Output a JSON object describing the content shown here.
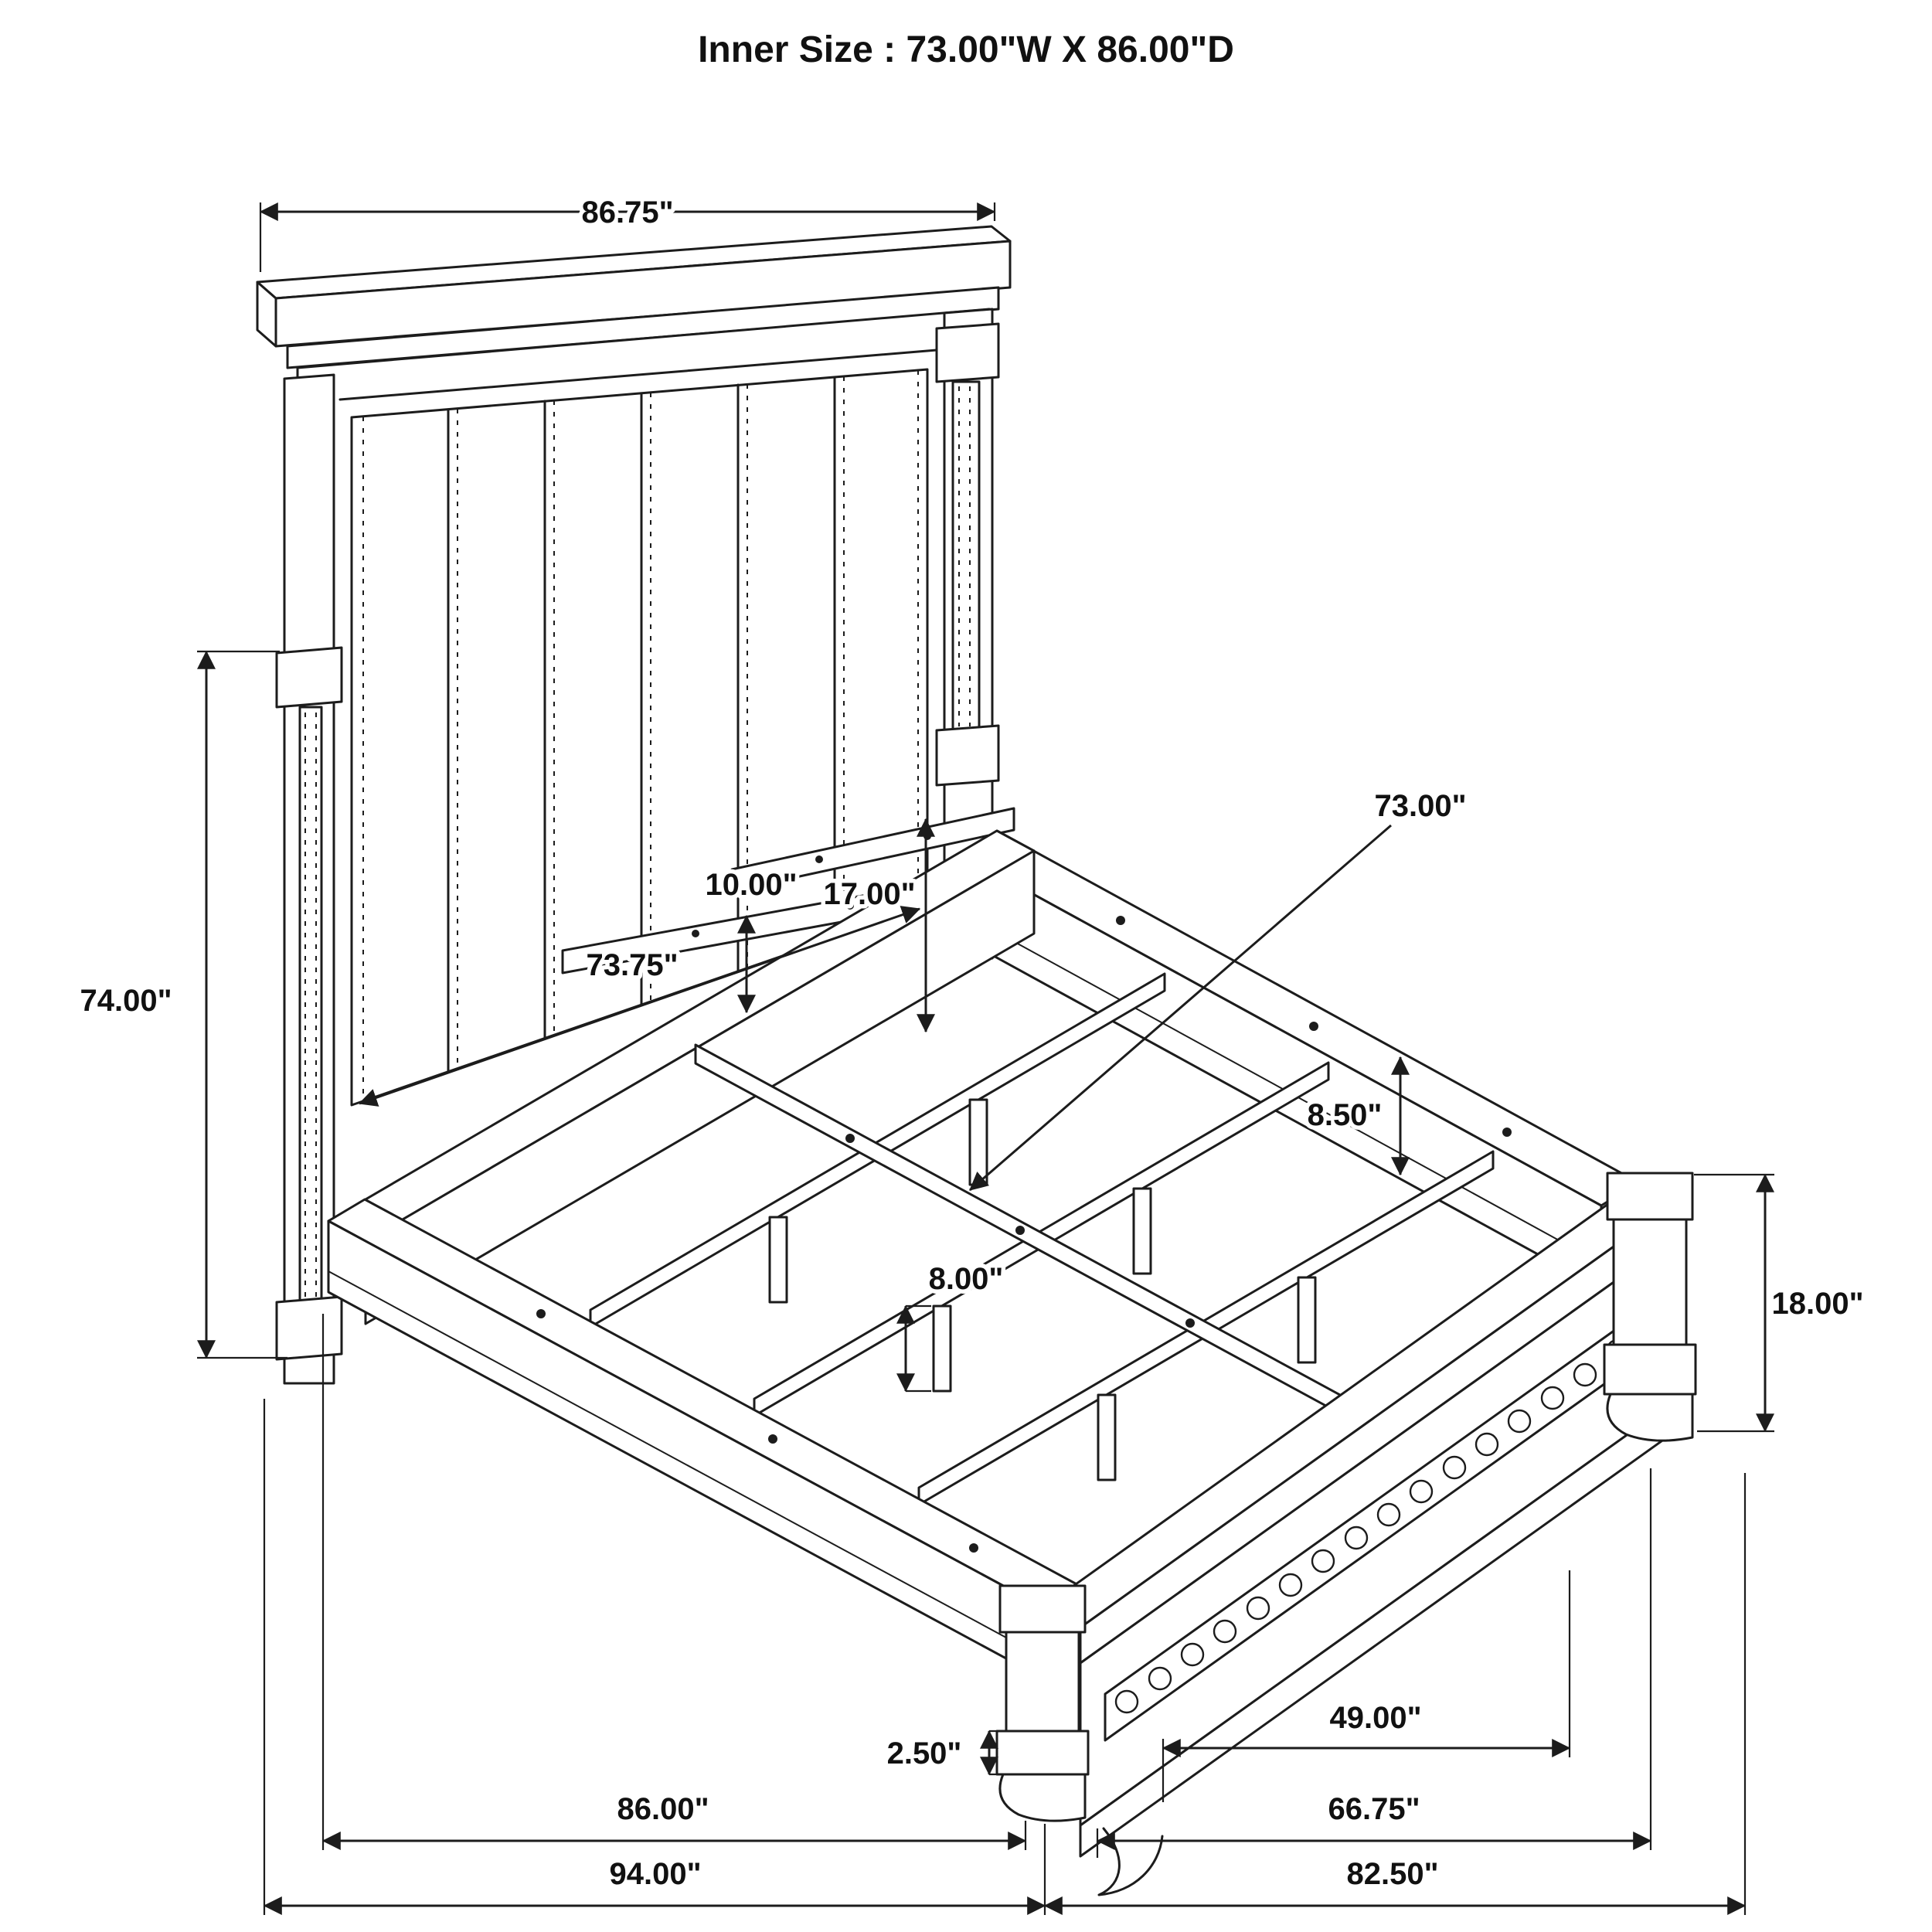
{
  "title": "Inner Size : 73.00\"W X 86.00\"D",
  "dims": {
    "headboard_width": "86.75\"",
    "headboard_height": "74.00\"",
    "headboard_panel_width": "73.75\"",
    "cleat_spacing": "10.00\"",
    "headboard_rail_drop": "17.00\"",
    "slat_length": "73.00\"",
    "side_rail_height": "8.50\"",
    "support_leg_height": "8.00\"",
    "footboard_height": "18.00\"",
    "foot_height": "2.50\"",
    "footboard_trim_length": "49.00\"",
    "side_rail_length": "86.00\"",
    "footboard_length": "66.75\"",
    "overall_depth": "94.00\"",
    "overall_width": "82.50\""
  },
  "colors": {
    "line": "#1c1c1c",
    "background": "#ffffff"
  }
}
